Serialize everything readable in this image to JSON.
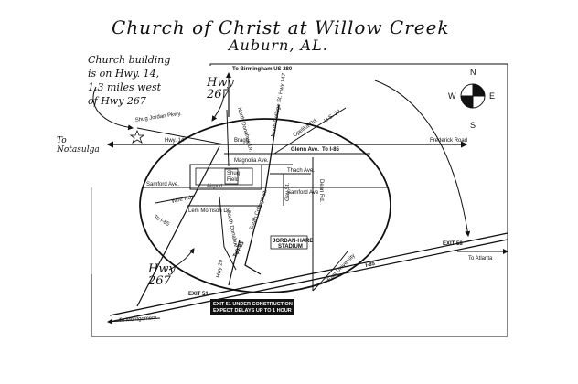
{
  "title_line1": "Church of Christ at Willow Creek",
  "title_line2": "Auburn, AL.",
  "note_lines": [
    "Church building",
    "is on Hwy. 14,",
    "1.3 miles west",
    "of Hwy 267"
  ],
  "hwy267_top": [
    "Hwy",
    "267"
  ],
  "hwy267_bottom": [
    "Hwy",
    "267"
  ],
  "to_notasulga": [
    "To",
    "Notasulga"
  ],
  "compass": {
    "n": "N",
    "s": "S",
    "e": "E",
    "w": "W"
  },
  "roads": {
    "birmingham": "To Birmingham US 280",
    "shug_jordan": "Shug Jordan Pkwy.",
    "north_donahue": "North Donahue Dr.",
    "north_college": "North College St. Hwy 147",
    "opelika_rd": "Opelika Rd.",
    "us29": "U.S. 29",
    "hwy14": "Hwy. 14",
    "bragg": "Bragg",
    "glenn": "Glenn Ave.",
    "to_i85_east": "To I-85",
    "frederick": "Frederick Road",
    "magnolia": "Magnolia Ave.",
    "thach": "Thach Ave.",
    "dean": "Dean Rd.",
    "samford_left": "Samford Ave.",
    "samford_right": "Samford Ave",
    "gay": "Gay St.",
    "wire": "Wire Rd.",
    "lem_morrison": "Lem Morrison Dr.",
    "to_i85_sw": "To I-85",
    "south_donahue": "South Donahue Dr.",
    "south_college": "South College St.",
    "to_i85_south": "To I-85",
    "hwy29": "Hwy 29",
    "east_university": "East University",
    "exit58": "EXIT 58",
    "to_atlanta": "To Atlanta",
    "i85": "I-85",
    "exit51": "EXIT 51",
    "to_montgomery": "To Montgomery",
    "stadium": [
      "JORDAN-HARE",
      "STADIUM"
    ],
    "airport": "Airport",
    "shug": "Shug",
    "field": "Field"
  },
  "banner": [
    "EXIT 51 UNDER CONSTRUCTION",
    "EXPECT DELAYS UP TO 1 HOUR"
  ]
}
